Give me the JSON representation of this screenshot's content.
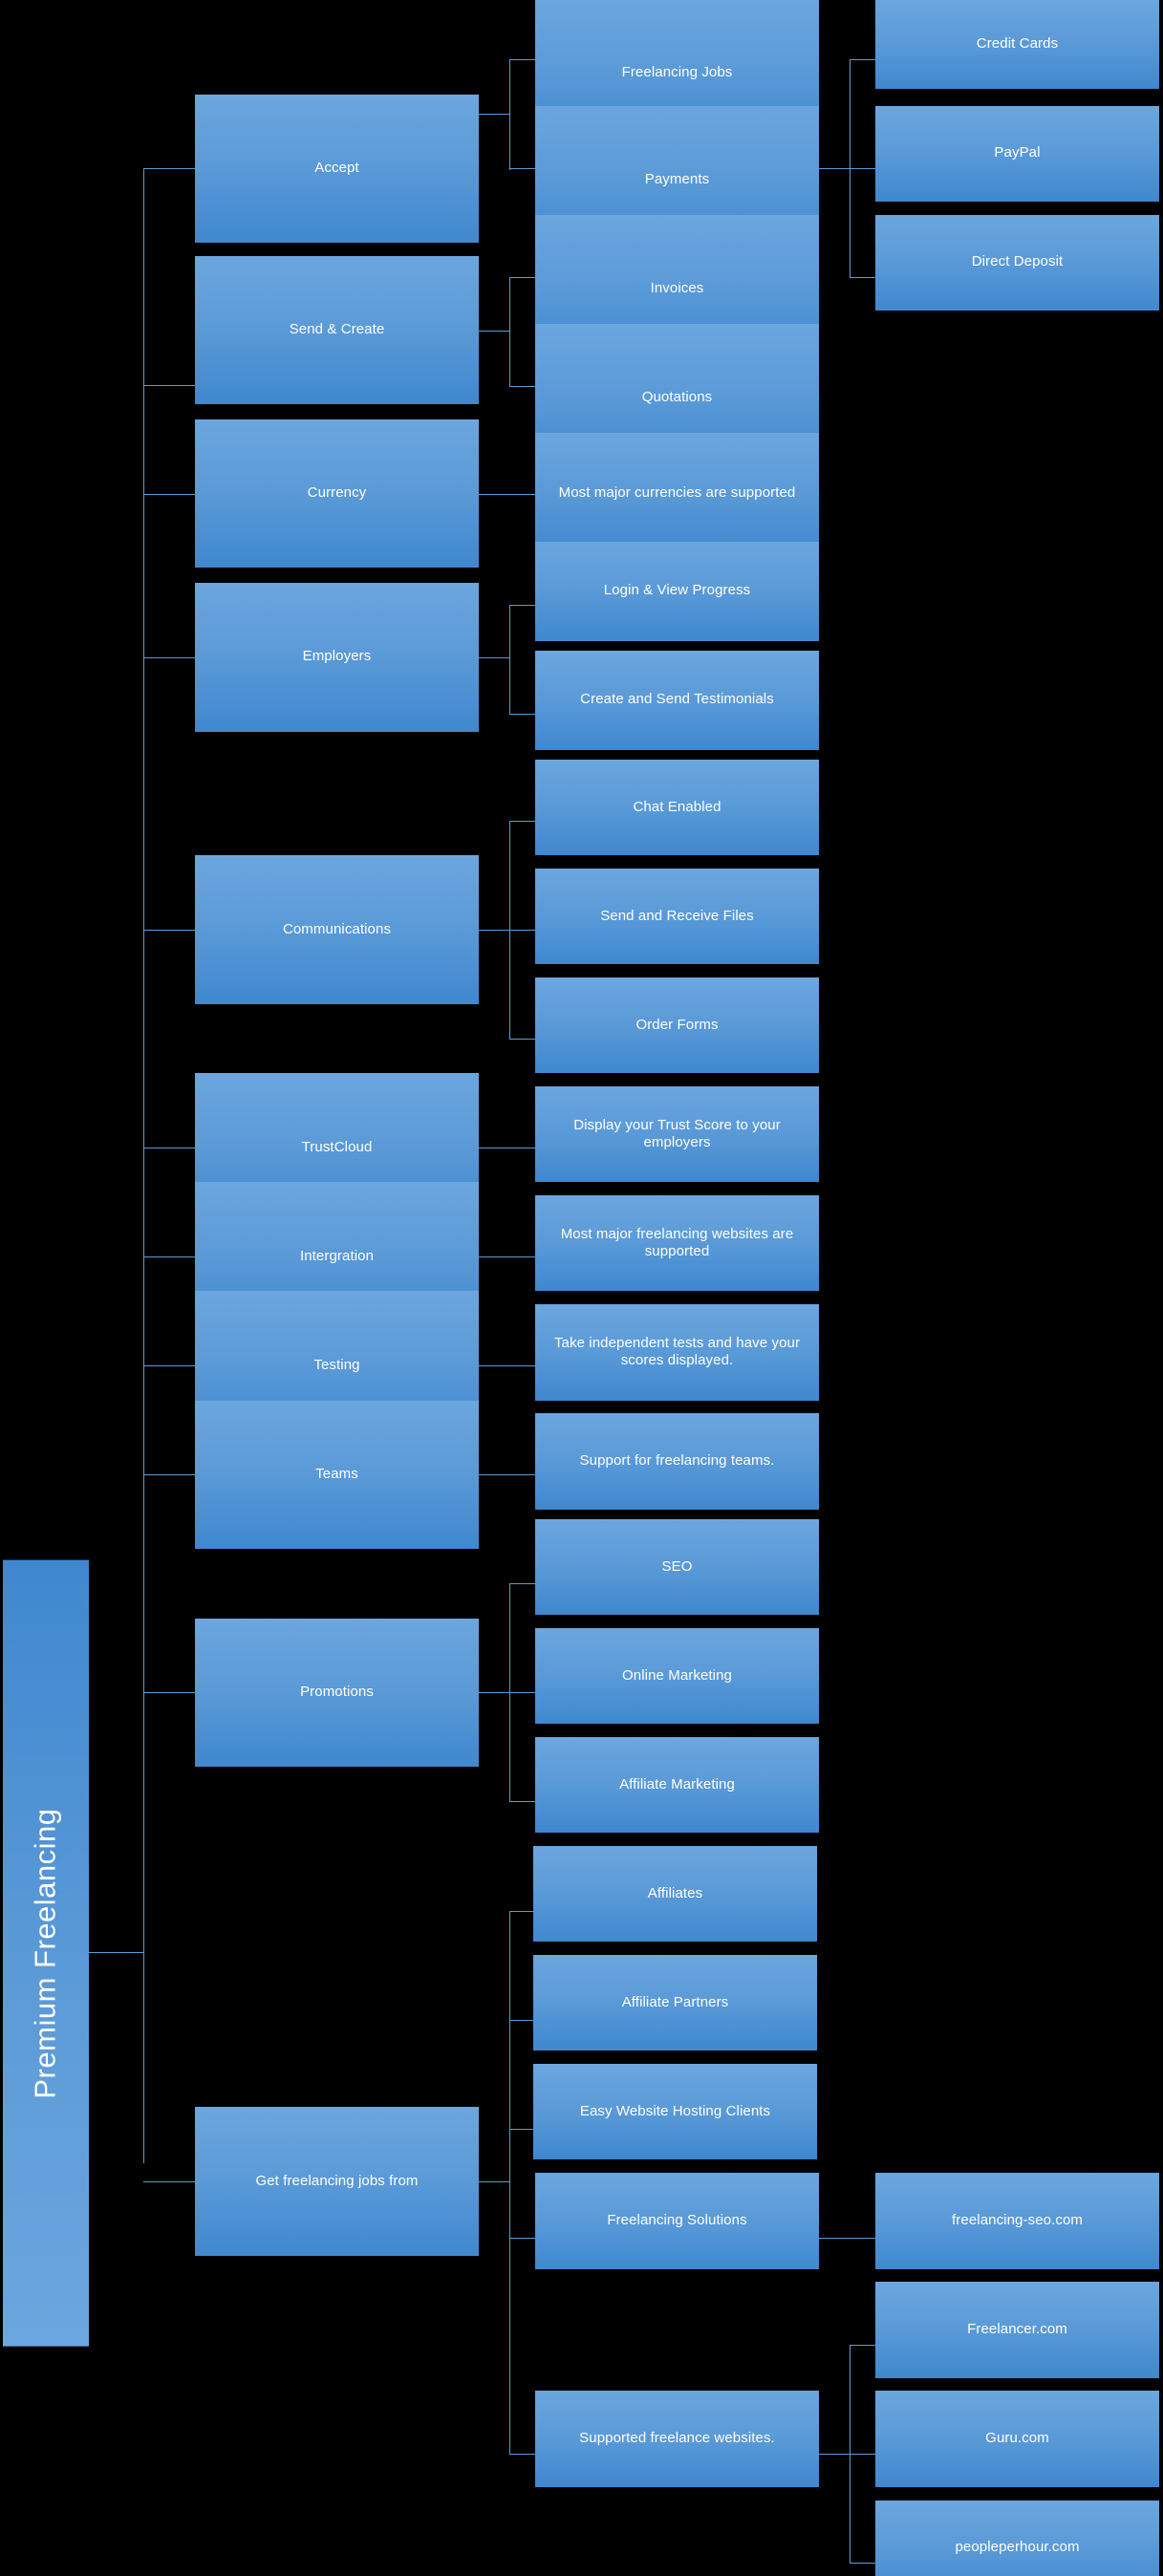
{
  "diagram": {
    "title": "Premium Freelancing",
    "type": "mind-map",
    "background_color": "#000000",
    "node_color_top": "#6ba6df",
    "node_color_bottom": "#3f88cf",
    "connector_color": "#5b9bd5",
    "text_color": "#ffffff"
  },
  "root": {
    "label": "Premium Freelancing"
  },
  "level1": [
    {
      "label": "Accept"
    },
    {
      "label": "Send & Create"
    },
    {
      "label": "Currency"
    },
    {
      "label": "Employers"
    },
    {
      "label": "Communications"
    },
    {
      "label": "TrustCloud"
    },
    {
      "label": "Intergration"
    },
    {
      "label": "Testing"
    },
    {
      "label": "Teams"
    },
    {
      "label": "Promotions"
    },
    {
      "label": "Get freelancing jobs from"
    }
  ],
  "level2": [
    {
      "label": "Freelancing Jobs"
    },
    {
      "label": "Payments"
    },
    {
      "label": "Invoices"
    },
    {
      "label": "Quotations"
    },
    {
      "label": "Most major currencies are supported"
    },
    {
      "label": "Login & View Progress"
    },
    {
      "label": "Create and Send Testimonials"
    },
    {
      "label": "Chat Enabled"
    },
    {
      "label": "Send and Receive Files"
    },
    {
      "label": "Order Forms"
    },
    {
      "label": "Display your Trust Score to your employers"
    },
    {
      "label": "Most major freelancing websites are supported"
    },
    {
      "label": "Take independent tests and have your scores displayed."
    },
    {
      "label": "Support for freelancing teams."
    },
    {
      "label": "SEO"
    },
    {
      "label": "Online Marketing"
    },
    {
      "label": "Affiliate Marketing"
    },
    {
      "label": "Affiliates"
    },
    {
      "label": "Affiliate Partners"
    },
    {
      "label": "Easy Website Hosting Clients"
    },
    {
      "label": "Freelancing Solutions"
    },
    {
      "label": "Supported freelance websites."
    }
  ],
  "level3": [
    {
      "label": "Credit Cards"
    },
    {
      "label": "PayPal"
    },
    {
      "label": "Direct Deposit"
    },
    {
      "label": "freelancing-seo.com"
    },
    {
      "label": "Freelancer.com"
    },
    {
      "label": "Guru.com"
    },
    {
      "label": "peopleperhour.com"
    }
  ]
}
